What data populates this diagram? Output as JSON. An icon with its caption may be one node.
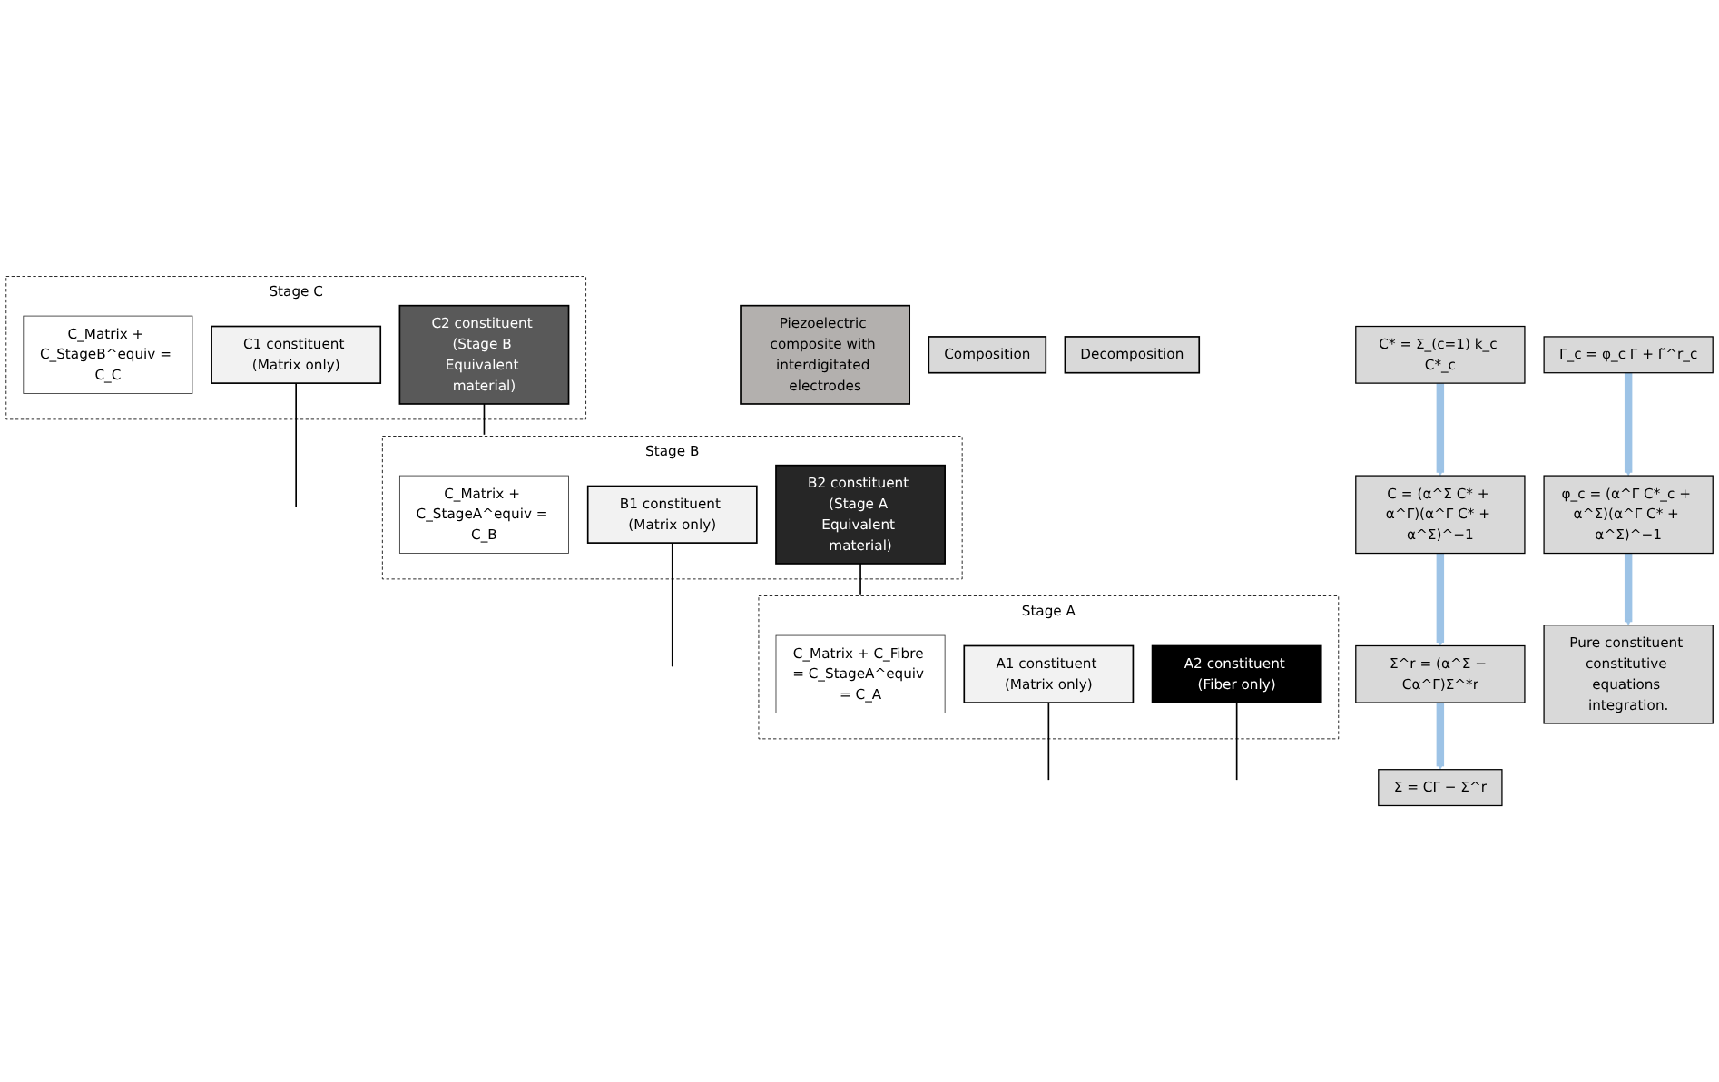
{
  "diagram": {
    "nodes": [
      {
        "text": [
          "Piezoelectric composite with interdigitated electrodes"
        ]
      },
      {
        "text": [
          "Composition"
        ]
      },
      {
        "text": [
          "Decomposition"
        ]
      },
      {
        "text": [
          "Stage C"
        ]
      },
      {
        "text": [
          "C_Matrix + C_StageB^equiv = C_C"
        ],
        "in": 3
      },
      {
        "text": [
          "C1 constituent (Matrix only)"
        ],
        "in": 3
      },
      {
        "text": [
          "C2 constituent (Stage B Equivalent material)"
        ],
        "in": 3
      },
      {
        "text": [
          "Stage B"
        ]
      },
      {
        "text": [
          "C_Matrix + C_StageA^equiv = C_B"
        ],
        "in": 7
      },
      {
        "text": [
          "B1 constituent (Matrix only)"
        ],
        "in": 7
      },
      {
        "text": [
          "B2 constituent (Stage A Equivalent material)"
        ],
        "in": 7
      },
      {
        "text": [
          "Stage A"
        ]
      },
      {
        "text": [
          "C_Matrix + C_Fibre = C_StageA^equiv = C_A"
        ],
        "in": 11
      },
      {
        "text": [
          "A1 constituent (Matrix only)"
        ],
        "in": 11
      },
      {
        "text": [
          "A2 constituent (Fiber only)"
        ],
        "in": 11
      },
      {
        "text": [
          "Σ = CΓ − Σ^r"
        ]
      },
      {
        "text": [
          "Σ^r = (α^Σ − Cα^Γ)Σ^*r"
        ]
      },
      {
        "text": [
          "C = (α^Σ C* + α^Γ)(α^Γ C* + α^Σ)^−1"
        ]
      },
      {
        "text": [
          "C* = Σ_(c=1) k_c C*_c"
        ]
      },
      {
        "text": [
          "Γ_c = φ_c Γ + Γ̃^r_c"
        ]
      },
      {
        "text": [
          "φ_c = (α^Γ C*_c + α^Σ)(α^Γ C* + α^Σ)^−1"
        ]
      },
      {
        "text": [
          "Pure constituent constitutive equations integration."
        ]
      }
    ],
    "edges": [
      {
        "from": 6,
        "to": 7,
        "arrow": "none"
      },
      {
        "from": 10,
        "to": 11,
        "arrow": "none"
      },
      {
        "from": 5,
        "to": null,
        "arrow": "none"
      },
      {
        "from": 9,
        "to": null,
        "arrow": "none"
      },
      {
        "from": 13,
        "to": null,
        "arrow": "none"
      },
      {
        "from": 14,
        "to": null,
        "arrow": "none"
      },
      {
        "from": 18,
        "to": 17,
        "arrow": "to",
        "style": "thick",
        "color": "#9dc3e6"
      },
      {
        "from": 17,
        "to": 16,
        "arrow": "to",
        "style": "thick",
        "color": "#9dc3e6"
      },
      {
        "from": 16,
        "to": 15,
        "arrow": "to",
        "style": "thick",
        "color": "#9dc3e6"
      },
      {
        "from": 19,
        "to": 20,
        "arrow": "to",
        "style": "thick",
        "color": "#9dc3e6"
      },
      {
        "from": 20,
        "to": 21,
        "arrow": "to",
        "style": "thick",
        "color": "#9dc3e6"
      }
    ]
  }
}
